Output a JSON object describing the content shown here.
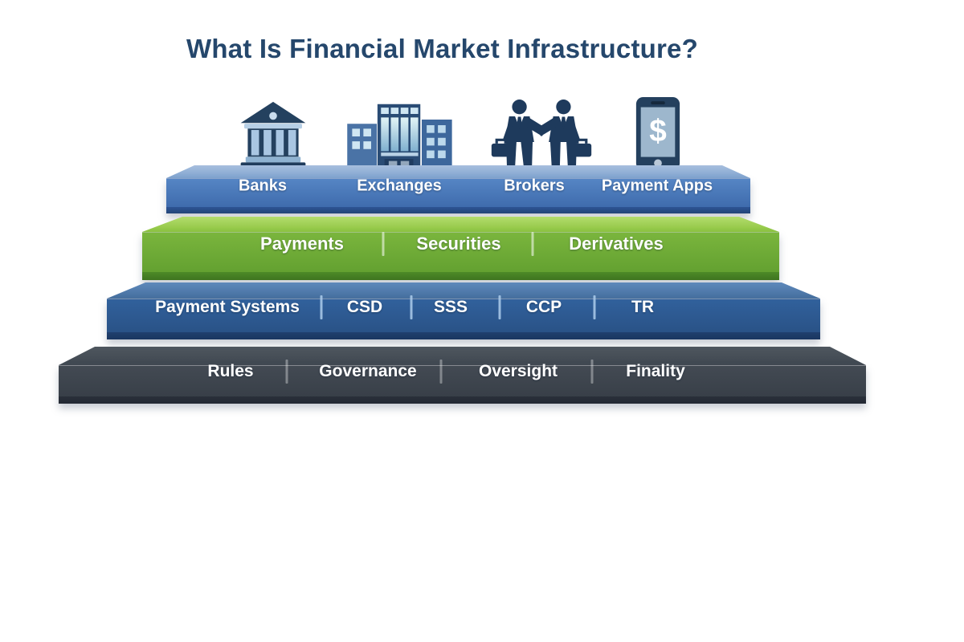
{
  "title": "What Is Financial Market Infrastructure?",
  "palette": {
    "title_color": "#25476c",
    "participants_blue": "#3f6cae",
    "services_green": "#6cab33",
    "infrastructures_blue": "#2c5890",
    "foundations_slate": "#3c434d",
    "label_color": "#ffffff"
  },
  "icons": [
    "bank-icon",
    "exchange-buildings-icon",
    "brokers-handshake-icon",
    "payment-app-phone-icon"
  ],
  "layers": [
    {
      "id": "participants",
      "items": [
        "Banks",
        "Exchanges",
        "Brokers",
        "Payment Apps"
      ]
    },
    {
      "id": "services",
      "items": [
        "Payments",
        "Securities",
        "Derivatives"
      ]
    },
    {
      "id": "infrastructures",
      "items": [
        "Payment Systems",
        "CSD",
        "SSS",
        "CCP",
        "TR"
      ]
    },
    {
      "id": "foundations",
      "items": [
        "Rules",
        "Governance",
        "Oversight",
        "Finality"
      ]
    }
  ]
}
